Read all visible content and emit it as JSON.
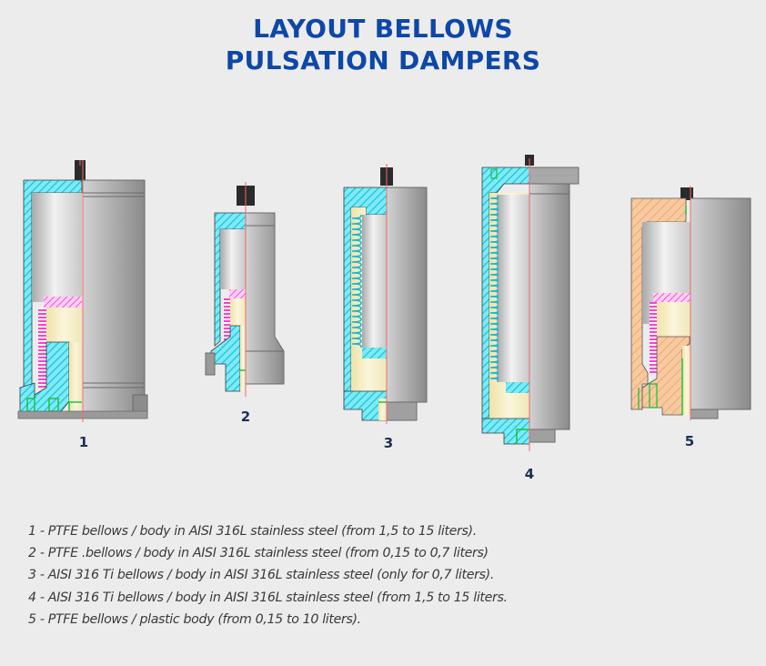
{
  "title": {
    "line1": "LAYOUT BELLOWS",
    "line2": "PULSATION DAMPERS"
  },
  "colors": {
    "title": "#0d47a8",
    "number": "#1d2f55",
    "text": "#3a3a3a",
    "background": "#ececec",
    "steel_hatch": "#33d6ea",
    "ptfe_bellows": "#ff3fd0",
    "plastic_body": "#f5b98a",
    "liquid_fill": "#f3e7b6",
    "seal_green": "#19c43c",
    "axis_line": "#f06a6a",
    "outer_shell": "#9a9a9a"
  },
  "diagrams": [
    {
      "number": "1",
      "label": "PTFE bellows / body in AISI 316L stainless steel"
    },
    {
      "number": "2",
      "label": "PTFE bellows / body in AISI 316L stainless steel"
    },
    {
      "number": "3",
      "label": "AISI 316 Ti bellows / body in AISI 316L stainless steel"
    },
    {
      "number": "4",
      "label": "AISI 316 Ti bellows / body in AISI 316L stainless steel"
    },
    {
      "number": "5",
      "label": "PTFE bellows / plastic body"
    }
  ],
  "legend": [
    "1 - PTFE bellows / body in AISI 316L stainless steel (from 1,5 to 15 liters).",
    "2 - PTFE .bellows / body in AISI 316L stainless steel (from 0,15 to 0,7 liters)",
    "3 - AISI 316 Ti bellows / body in AISI 316L stainless steel (only for 0,7 liters).",
    "4 - AISI 316 Ti bellows / body in AISI 316L stainless steel (from 1,5 to 15 liters.",
    "5 - PTFE bellows / plastic body (from 0,15 to 10 liters)."
  ]
}
